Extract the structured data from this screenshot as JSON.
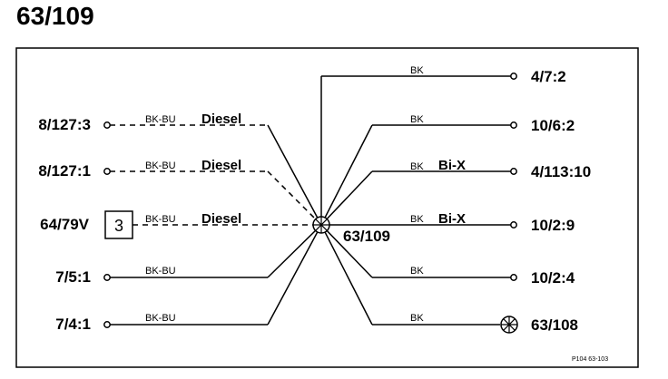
{
  "title": "63/109",
  "hub_label": "63/109",
  "left_connections": [
    {
      "pin": "8/127:3",
      "wire": "BK-BU",
      "note": "Diesel"
    },
    {
      "pin": "8/127:1",
      "wire": "BK-BU",
      "note": "Diesel"
    },
    {
      "pin": "64/79V",
      "wire": "BK-BU",
      "note": "Diesel",
      "box": "3"
    },
    {
      "pin": "7/5:1",
      "wire": "BK-BU"
    },
    {
      "pin": "7/4:1",
      "wire": "BK-BU"
    }
  ],
  "right_connections": [
    {
      "pin": "4/7:2",
      "wire": "BK"
    },
    {
      "pin": "10/6:2",
      "wire": "BK"
    },
    {
      "pin": "4/113:10",
      "wire": "BK",
      "note": "Bi-X"
    },
    {
      "pin": "10/2:9",
      "wire": "BK",
      "note": "Bi-X"
    },
    {
      "pin": "10/2:4",
      "wire": "BK"
    },
    {
      "pin": "63/108",
      "wire": "BK"
    }
  ],
  "reference": "P104  63-103"
}
